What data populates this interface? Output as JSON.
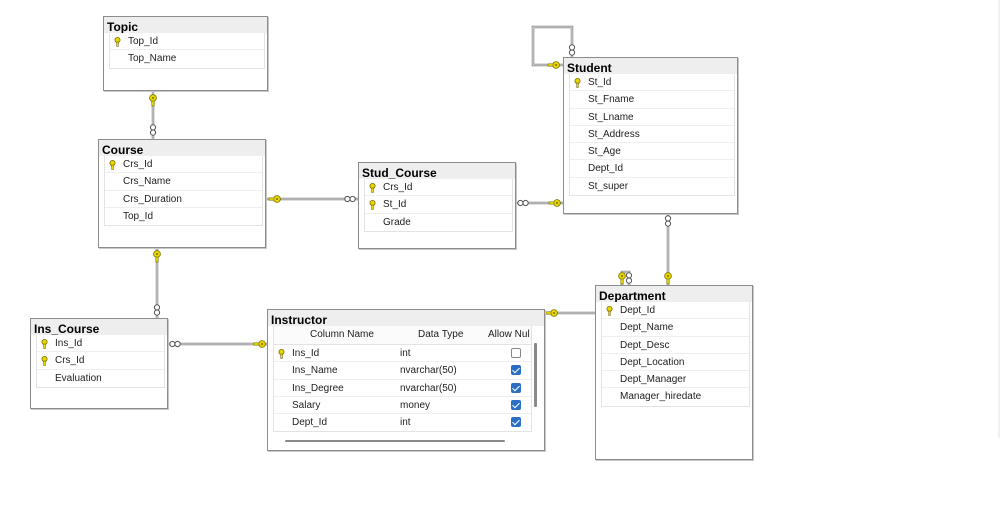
{
  "tables": {
    "topic": {
      "title": "Topic",
      "rows": [
        {
          "name": "Top_Id",
          "key": true
        },
        {
          "name": "Top_Name",
          "key": false
        }
      ]
    },
    "course": {
      "title": "Course",
      "rows": [
        {
          "name": "Crs_Id",
          "key": true
        },
        {
          "name": "Crs_Name",
          "key": false
        },
        {
          "name": "Crs_Duration",
          "key": false
        },
        {
          "name": "Top_Id",
          "key": false
        }
      ]
    },
    "stud_course": {
      "title": "Stud_Course",
      "rows": [
        {
          "name": "Crs_Id",
          "key": true
        },
        {
          "name": "St_Id",
          "key": true
        },
        {
          "name": "Grade",
          "key": false
        }
      ]
    },
    "student": {
      "title": "Student",
      "rows": [
        {
          "name": "St_Id",
          "key": true
        },
        {
          "name": "St_Fname",
          "key": false
        },
        {
          "name": "St_Lname",
          "key": false
        },
        {
          "name": "St_Address",
          "key": false
        },
        {
          "name": "St_Age",
          "key": false
        },
        {
          "name": "Dept_Id",
          "key": false
        },
        {
          "name": "St_super",
          "key": false
        }
      ]
    },
    "ins_course": {
      "title": "Ins_Course",
      "rows": [
        {
          "name": "Ins_Id",
          "key": true
        },
        {
          "name": "Crs_Id",
          "key": true
        },
        {
          "name": "Evaluation",
          "key": false
        }
      ]
    },
    "instructor": {
      "title": "Instructor",
      "headers": {
        "column_name": "Column Name",
        "data_type": "Data Type",
        "allow_nulls": "Allow Nul"
      },
      "rows": [
        {
          "name": "Ins_Id",
          "type": "int",
          "nullable": false,
          "key": true
        },
        {
          "name": "Ins_Name",
          "type": "nvarchar(50)",
          "nullable": true,
          "key": false
        },
        {
          "name": "Ins_Degree",
          "type": "nvarchar(50)",
          "nullable": true,
          "key": false
        },
        {
          "name": "Salary",
          "type": "money",
          "nullable": true,
          "key": false
        },
        {
          "name": "Dept_Id",
          "type": "int",
          "nullable": true,
          "key": false
        }
      ]
    },
    "department": {
      "title": "Department",
      "rows": [
        {
          "name": "Dept_Id",
          "key": true
        },
        {
          "name": "Dept_Name",
          "key": false
        },
        {
          "name": "Dept_Desc",
          "key": false
        },
        {
          "name": "Dept_Location",
          "key": false
        },
        {
          "name": "Dept_Manager",
          "key": false
        },
        {
          "name": "Manager_hiredate",
          "key": false
        }
      ]
    }
  },
  "colors": {
    "connector": "#808080",
    "key": "#e8d800",
    "key_outline": "#7a6f00",
    "check": "#2a6fc4"
  },
  "relationships": [
    {
      "from": "topic",
      "to": "course"
    },
    {
      "from": "course",
      "to": "stud_course"
    },
    {
      "from": "student",
      "to": "stud_course"
    },
    {
      "from": "student",
      "to": "student"
    },
    {
      "from": "department",
      "to": "student"
    },
    {
      "from": "department",
      "to": "department"
    },
    {
      "from": "department",
      "to": "instructor"
    },
    {
      "from": "course",
      "to": "ins_course"
    },
    {
      "from": "instructor",
      "to": "ins_course"
    }
  ]
}
